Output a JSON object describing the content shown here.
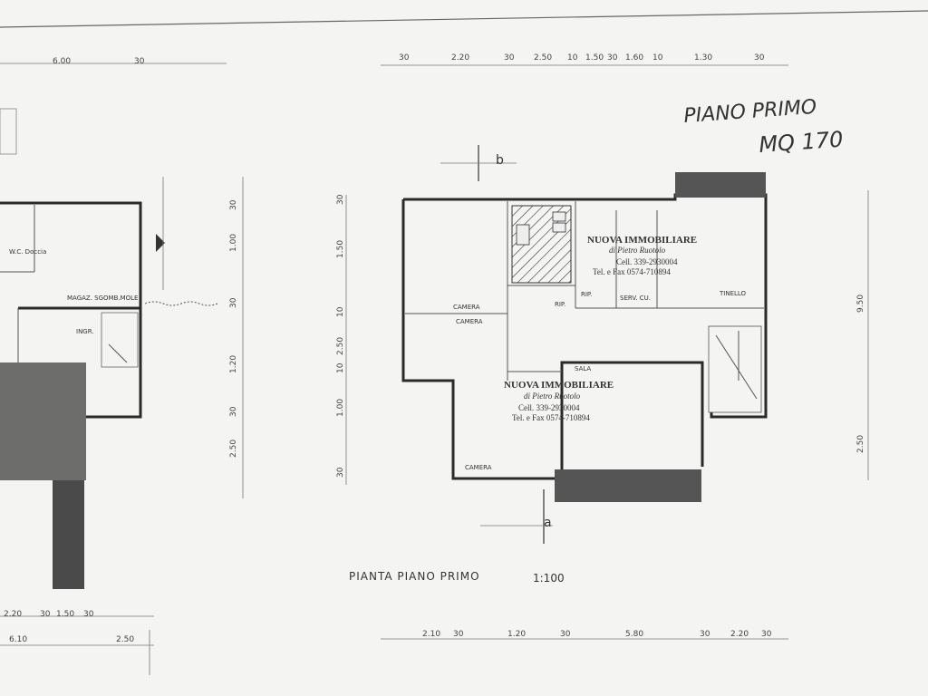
{
  "header": {
    "title": "PIANO PRIMO",
    "area": "MQ 170"
  },
  "footer": {
    "caption": "PIANTA PIANO PRIMO",
    "scale": "1:100"
  },
  "stamp": {
    "name": "NUOVA IMMOBILIARE",
    "owner": "di Pietro Ruotolo",
    "cell": "Cell. 339-2930004",
    "fax": "Tel. e Fax 0574-710894"
  },
  "section_markers": {
    "b": "b",
    "a": "a"
  },
  "rooms": {
    "camera_1": "CAMERA",
    "camera_2": "CAMERA",
    "camera_3": "CAMERA",
    "rip_1": "RIP.",
    "rip_2": "RIP.",
    "serv": "SERV. CU.",
    "tinello": "TINELLO",
    "sala": "SALA",
    "wc": "W.C. Doccia",
    "magazzino": "MAGAZ. SGOMB.MOLE",
    "ingresso": "INGR."
  },
  "dimensions": {
    "top_left": [
      "6.00",
      "30"
    ],
    "top_right": [
      "30",
      "2.20",
      "30",
      "2.50",
      "10",
      "1.50",
      "30",
      "1.60",
      "10",
      "1.30",
      "30"
    ],
    "left_vertical_a": [
      "30",
      "1.00",
      "30",
      "1.20",
      "30",
      "2.50"
    ],
    "left_vertical_b": [
      "30",
      "1.50",
      "10",
      "2.50",
      "10",
      "1.00",
      "30"
    ],
    "right_vertical": [
      "9.50",
      "2.50"
    ],
    "bottom_right": [
      "2.10",
      "30",
      "1.20",
      "30",
      "5.80",
      "30",
      "2.20",
      "30"
    ],
    "bottom_left": [
      "2.20",
      "30",
      "1.50",
      "30",
      "6.10",
      "2.50"
    ]
  }
}
